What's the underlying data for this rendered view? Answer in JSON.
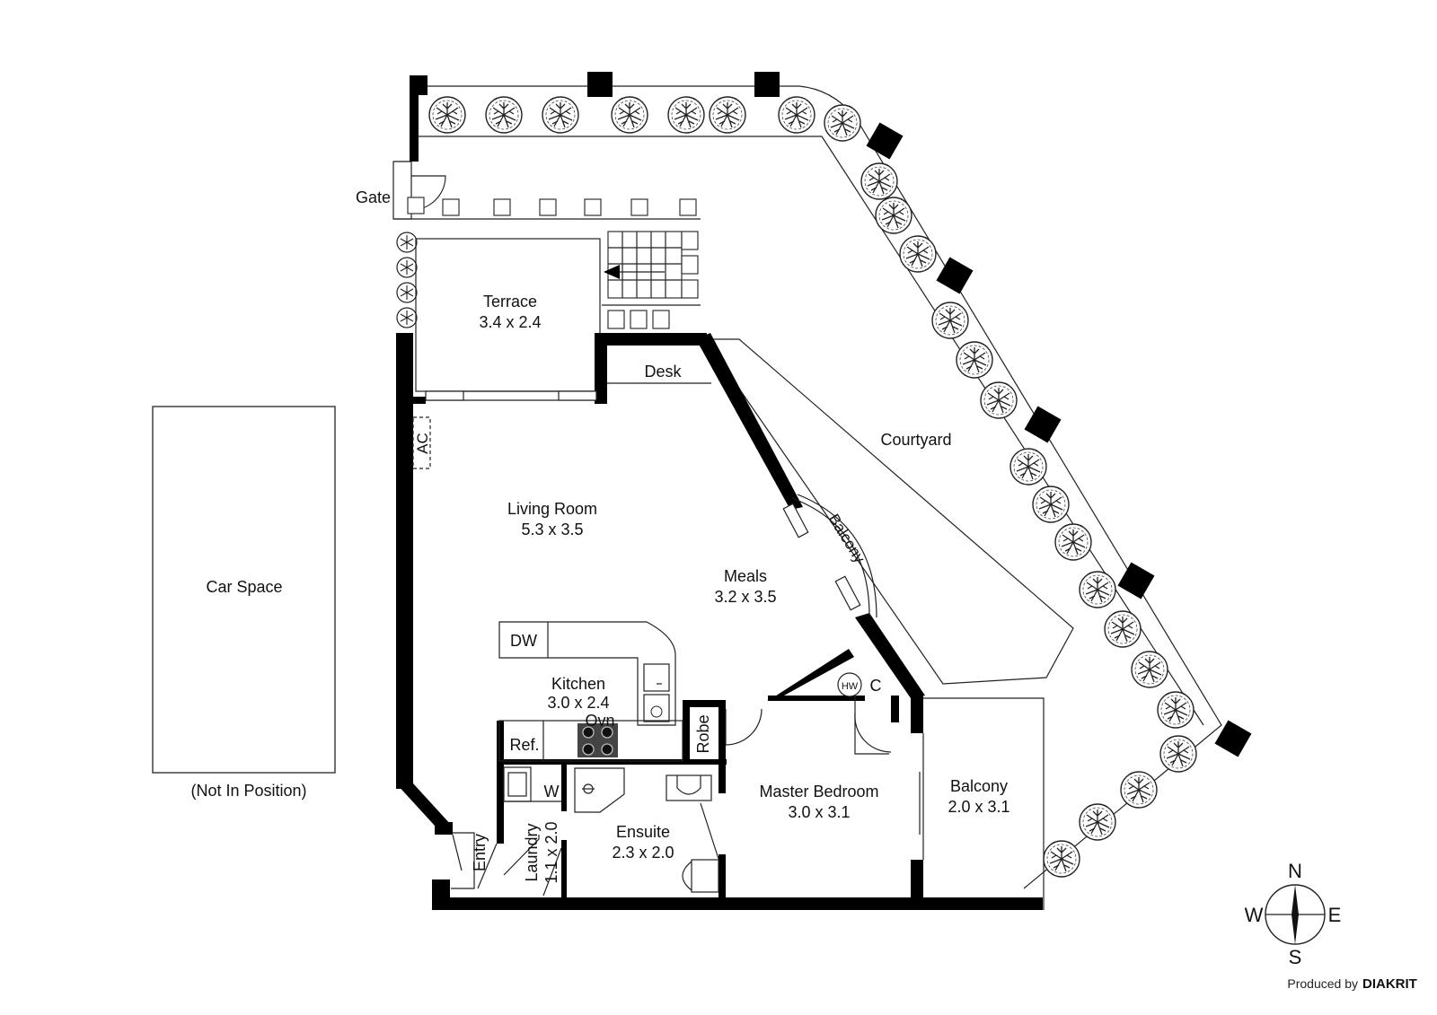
{
  "rooms": {
    "gate": "Gate",
    "terrace": "Terrace",
    "terrace_dim": "3.4 x 2.4",
    "desk": "Desk",
    "ac": "AC",
    "courtyard": "Courtyard",
    "living": "Living Room",
    "living_dim": "5.3 x 3.5",
    "balcony_small": "Balcony",
    "meals": "Meals",
    "meals_dim": "3.2 x 3.5",
    "dw": "DW",
    "kitchen": "Kitchen",
    "kitchen_dim": "3.0 x 2.4",
    "oven": "Ovn",
    "ref": "Ref.",
    "robe": "Robe",
    "hw": "HW",
    "cupboard": "C",
    "washer": "W",
    "master": "Master Bedroom",
    "master_dim": "3.0 x 3.1",
    "balcony": "Balcony",
    "balcony_dim": "2.0 x 3.1",
    "ensuite": "Ensuite",
    "ensuite_dim": "2.3 x 2.0",
    "entry": "Entry",
    "laundry": "Laundry",
    "laundry_dim": "1.1 x 2.0",
    "car_space": "Car Space",
    "not_in_position": "(Not In Position)"
  },
  "compass": {
    "n": "N",
    "s": "S",
    "e": "E",
    "w": "W"
  },
  "credit": {
    "prefix": "Produced by",
    "brand": "DIAKRIT"
  }
}
